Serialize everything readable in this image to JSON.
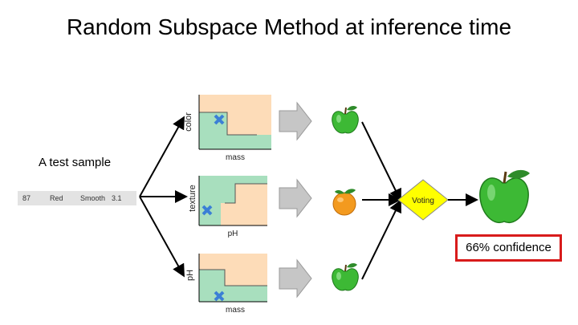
{
  "title": "Random Subspace Method at inference time",
  "test_sample": {
    "label": "A test sample",
    "values": [
      "87",
      "Red",
      "Smooth",
      "3.1"
    ]
  },
  "classifiers": [
    {
      "y_label": "color",
      "x_label": "mass",
      "prediction": "apple"
    },
    {
      "y_label": "texture",
      "x_label": "pH",
      "prediction": "orange"
    },
    {
      "y_label": "pH",
      "x_label": "mass",
      "prediction": "apple"
    }
  ],
  "voting_label": "Voting",
  "result": {
    "prediction": "apple",
    "confidence_text": "66% confidence"
  },
  "colors": {
    "region_orange": "#fddcb8",
    "region_green": "#a8dfbe",
    "marker_blue": "#3b7fd6",
    "arrow_gray": "#c6c6c6",
    "voting_yellow": "#ffff00",
    "apple_green": "#3db935",
    "orange_fruit": "#f39a1f",
    "confidence_border": "#d81b1b"
  },
  "icons": [
    "blue-x-marker",
    "gray-arrow",
    "green-apple",
    "orange-fruit",
    "yellow-diamond"
  ]
}
